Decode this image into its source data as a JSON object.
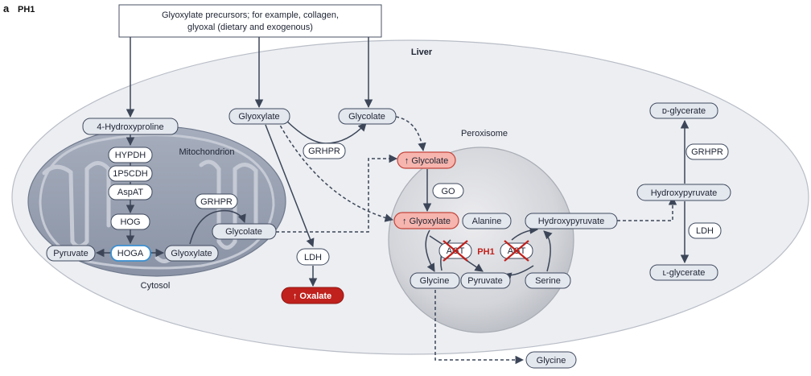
{
  "panel": {
    "letter": "a",
    "title": "PH1"
  },
  "source_box": {
    "line1": "Glyoxylate precursors; for example, collagen,",
    "line2": "glyoxal (dietary and exogenous)"
  },
  "compartments": {
    "liver": "Liver",
    "mitochondrion": "Mitochondrion",
    "peroxisome": "Peroxisome",
    "cytosol": "Cytosol"
  },
  "mito": {
    "hydroxyproline": "4-Hydroxyproline",
    "hypdh": "HYPDH",
    "p5cdh": "1P5CDH",
    "aspat": "AspAT",
    "hog": "HOG",
    "hoga": "HOGA",
    "pyruvate": "Pyruvate",
    "glyoxylate": "Glyoxylate",
    "grhpr": "GRHPR",
    "glycolate": "Glycolate"
  },
  "cytosol_top": {
    "glyoxylate": "Glyoxylate",
    "glycolate": "Glycolate",
    "grhpr": "GRHPR",
    "ldh": "LDH",
    "oxalate": "↑ Oxalate"
  },
  "perox": {
    "glycolate": "↑ Glycolate",
    "go": "GO",
    "glyoxylate": "↑ Glyoxylate",
    "alanine": "Alanine",
    "agt_left": "AGT",
    "agt_right": "AGT",
    "ph1": "PH1",
    "glycine": "Glycine",
    "pyruvate": "Pyruvate",
    "serine": "Serine",
    "hydroxypyruvate": "Hydroxypyruvate"
  },
  "right_path": {
    "d_glycerate": "ᴅ-glycerate",
    "grhpr": "GRHPR",
    "hydroxypyruvate": "Hydroxypyruvate",
    "ldh": "LDH",
    "l_glycerate": "ʟ-glycerate"
  },
  "outside": {
    "glycine": "Glycine"
  },
  "colors": {
    "node_fill": "#e3e7ee",
    "node_stroke": "#3f4a5e",
    "enzyme_fill": "#ffffff",
    "highlight_fill": "#f6b5ae",
    "highlight_stroke": "#c2453b",
    "oxalate_fill": "#c0211c",
    "hoga_stroke": "#3b8fd0",
    "ph1_text": "#c0211c",
    "arrow": "#3c4658",
    "liver_fill": "#eceef2",
    "mito_fill": "#9aa2b3"
  }
}
